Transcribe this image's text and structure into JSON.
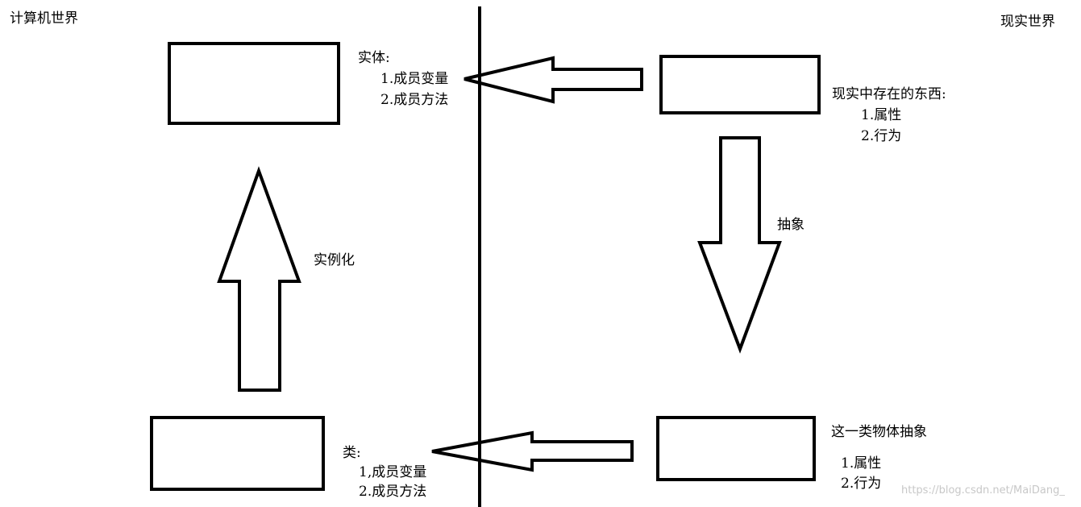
{
  "headers": {
    "left_title": "计算机世界",
    "right_title": "现实世界"
  },
  "entity": {
    "title": "实体:",
    "items": [
      "1.成员变量",
      "2.成员方法"
    ]
  },
  "real_thing": {
    "title": "现实中存在的东西:",
    "items": [
      "1.属性",
      "2.行为"
    ]
  },
  "arrows": {
    "abstract_label": "抽象",
    "instantiate_label": "实例化"
  },
  "klass": {
    "title": "类:",
    "items": [
      "1,成员变量",
      "2.成员方法"
    ]
  },
  "abstract_thing": {
    "title": "这一类物体抽象",
    "items": [
      "1.属性",
      "2.行为"
    ]
  },
  "watermark": "https://blog.csdn.net/MaiDang_"
}
